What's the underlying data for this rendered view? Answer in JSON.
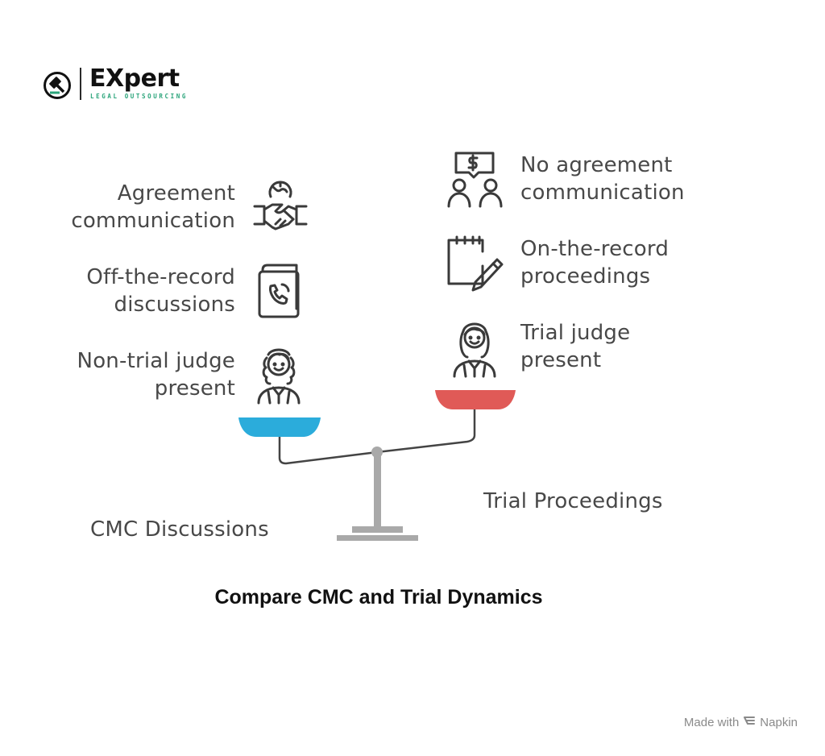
{
  "logo": {
    "wordmark": "EXpert",
    "tagline": "LEGAL OUTSOURCING"
  },
  "left": {
    "title": "CMC Discussions",
    "color": "#2bacdb",
    "items": [
      {
        "line1": "Agreement",
        "line2": "communication",
        "icon": "handshake-globe-icon"
      },
      {
        "line1": "Off-the-record",
        "line2": "discussions",
        "icon": "phone-book-icon"
      },
      {
        "line1": "Non-trial judge",
        "line2": "present",
        "icon": "judge-icon"
      }
    ]
  },
  "right": {
    "title": "Trial Proceedings",
    "color": "#e05a57",
    "items": [
      {
        "line1": "No agreement",
        "line2": "communication",
        "icon": "dollar-speech-people-icon"
      },
      {
        "line1": "On-the-record",
        "line2": "proceedings",
        "icon": "notepad-pencil-icon"
      },
      {
        "line1": "Trial judge",
        "line2": "present",
        "icon": "judge-icon"
      }
    ]
  },
  "title": "Compare CMC and Trial Dynamics",
  "footer": {
    "text": "Made with",
    "brand": "Napkin"
  },
  "colors": {
    "scale": "#a9a9a9",
    "text": "#484848",
    "accent": "#2aa47a"
  }
}
